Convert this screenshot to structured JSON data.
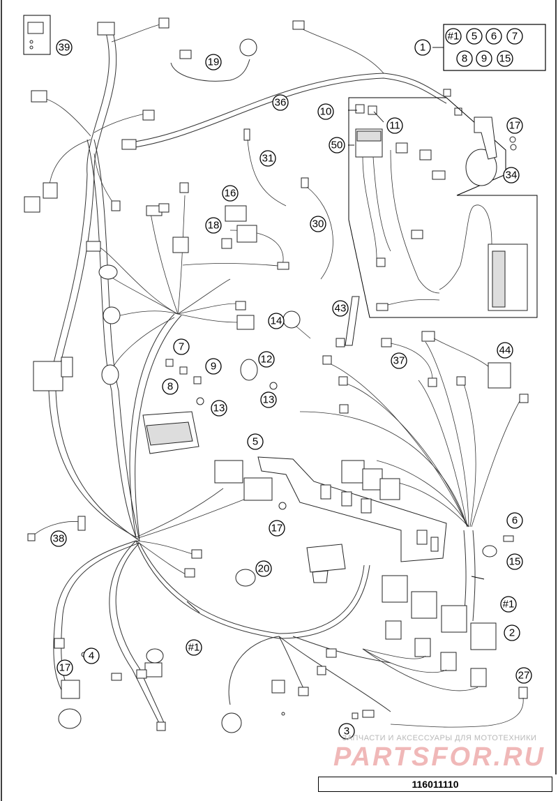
{
  "diagram_code": "116011110",
  "watermark": {
    "caption": "ЗАПЧАСТИ И АКСЕССУАРЫ ДЛЯ МОТОТЕХНИКИ",
    "brand": "PARTSFOR.RU"
  },
  "legend_box": {
    "ref": "1",
    "items": [
      "#1",
      "5",
      "6",
      "7",
      "8",
      "9",
      "15"
    ]
  },
  "callouts": [
    {
      "id": "c39",
      "label": "39"
    },
    {
      "id": "c19",
      "label": "19"
    },
    {
      "id": "c36",
      "label": "36"
    },
    {
      "id": "c10",
      "label": "10"
    },
    {
      "id": "c11",
      "label": "11"
    },
    {
      "id": "c50",
      "label": "50"
    },
    {
      "id": "c17a",
      "label": "17"
    },
    {
      "id": "c34",
      "label": "34"
    },
    {
      "id": "c31",
      "label": "31"
    },
    {
      "id": "c16",
      "label": "16"
    },
    {
      "id": "c18",
      "label": "18"
    },
    {
      "id": "c30",
      "label": "30"
    },
    {
      "id": "c14",
      "label": "14"
    },
    {
      "id": "c43",
      "label": "43"
    },
    {
      "id": "c44",
      "label": "44"
    },
    {
      "id": "c37",
      "label": "37"
    },
    {
      "id": "c7",
      "label": "7"
    },
    {
      "id": "c12",
      "label": "12"
    },
    {
      "id": "c8",
      "label": "8"
    },
    {
      "id": "c9",
      "label": "9"
    },
    {
      "id": "c13a",
      "label": "13"
    },
    {
      "id": "c13b",
      "label": "13"
    },
    {
      "id": "c5",
      "label": "5"
    },
    {
      "id": "c17b",
      "label": "17"
    },
    {
      "id": "c6",
      "label": "6"
    },
    {
      "id": "c15",
      "label": "15"
    },
    {
      "id": "c38",
      "label": "38"
    },
    {
      "id": "c20",
      "label": "20"
    },
    {
      "id": "h1a",
      "label": "#1"
    },
    {
      "id": "c2",
      "label": "2"
    },
    {
      "id": "h1b",
      "label": "#1"
    },
    {
      "id": "c4",
      "label": "4"
    },
    {
      "id": "c17c",
      "label": "17"
    },
    {
      "id": "c27",
      "label": "27"
    },
    {
      "id": "c3",
      "label": "3"
    }
  ]
}
